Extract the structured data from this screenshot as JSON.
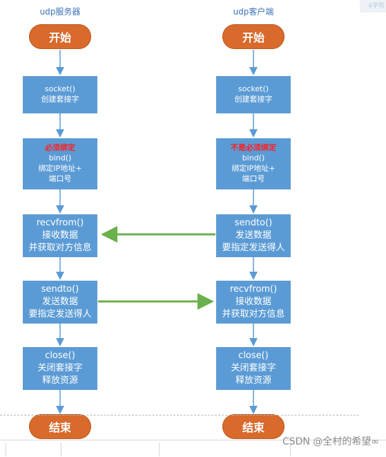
{
  "server": {
    "title": "udp服务器",
    "start": "开始",
    "steps": [
      {
        "lines": [
          "socket()",
          "创建套接字"
        ]
      },
      {
        "note": "必须绑定",
        "lines": [
          "bind()",
          "绑定IP地址+",
          "端口号"
        ]
      },
      {
        "lines": [
          "recvfrom()",
          "接收数据",
          "并获取对方信息"
        ]
      },
      {
        "lines": [
          "sendto()",
          "发送数据",
          "要指定发送得人"
        ]
      },
      {
        "lines": [
          "close()",
          "关闭套接字",
          "释放资源"
        ]
      }
    ],
    "end": "结束"
  },
  "client": {
    "title": "udp客户端",
    "start": "开始",
    "steps": [
      {
        "lines": [
          "socket()",
          "创建套接字"
        ]
      },
      {
        "note": "不是必须绑定",
        "lines": [
          "bind()",
          "绑定IP地址+",
          "端口号"
        ]
      },
      {
        "lines": [
          "sendto()",
          "发送数据",
          "要指定发送得人"
        ]
      },
      {
        "lines": [
          "recvfrom()",
          "接收数据",
          "并获取对方信息"
        ]
      },
      {
        "lines": [
          "close()",
          "关闭套接字",
          "释放资源"
        ]
      }
    ],
    "end": "结束"
  },
  "corner_text": "4字符",
  "watermark": "CSDN @全村的希望∞",
  "colors": {
    "box": "#5b9bd5",
    "terminal": "#d86a2c",
    "arrow_blue": "#5b9bd5",
    "arrow_green": "#6ab04c",
    "note": "#ff1f1f"
  }
}
